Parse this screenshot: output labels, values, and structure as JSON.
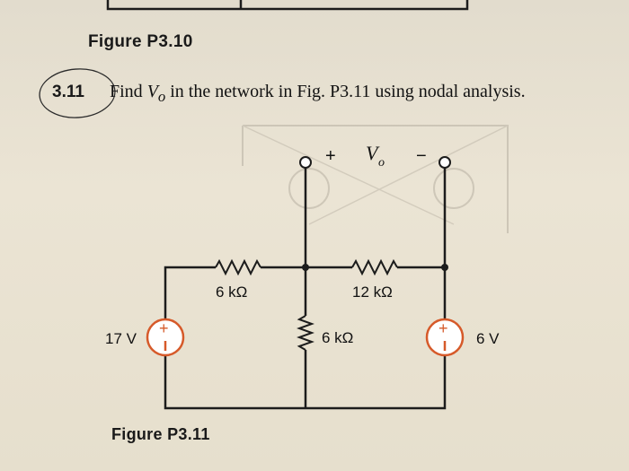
{
  "figures": {
    "prev_caption": "Figure P3.10",
    "current_caption": "Figure P3.11"
  },
  "problem": {
    "number": "3.11",
    "text_before": "Find ",
    "variable": "V",
    "variable_subscript": "o",
    "text_after": " in the network in Fig. P3.11 using nodal analysis."
  },
  "circuit": {
    "vo_plus": "+",
    "vo_label": "V",
    "vo_subscript": "o",
    "vo_minus": "−",
    "r_left": "6 kΩ",
    "r_right": "12 kΩ",
    "r_middle": "6 kΩ",
    "source_left": "17 V",
    "source_right": "6 V",
    "source_sign": "+"
  },
  "colors": {
    "source_outline": "#d65a2a",
    "ink": "#111111",
    "paper": "#e8dfcf"
  }
}
